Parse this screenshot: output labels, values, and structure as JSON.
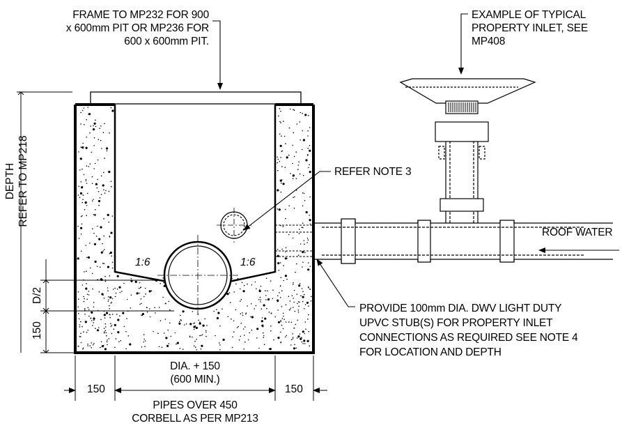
{
  "notes": {
    "frame_lines": [
      "FRAME TO MP232 FOR 900",
      "x 600mm PIT OR MP236 FOR",
      "600 x 600mm PIT."
    ],
    "inlet_lines": [
      "EXAMPLE OF TYPICAL",
      "PROPERTY INLET, SEE",
      "MP408"
    ],
    "refer_note": "REFER NOTE 3",
    "roof_water": "ROOF WATER",
    "stub_lines": [
      "PROVIDE 100mm DIA. DWV LIGHT DUTY",
      "UPVC STUB(S) FOR PROPERTY INLET",
      "CONNECTIONS AS REQUIRED SEE NOTE 4",
      "FOR LOCATION AND DEPTH"
    ]
  },
  "dimensions": {
    "depth_lines": [
      "DEPTH",
      "REFER TO MP218"
    ],
    "half_dia": "D/2",
    "base": "150",
    "slope_left": "1:6",
    "slope_right": "1:6",
    "width_lines": [
      "DIA. + 150",
      "(600 MIN.)"
    ],
    "wall_left": "150",
    "wall_right": "150",
    "pipes_lines": [
      "PIPES OVER 450",
      "CORBELL AS PER MP213"
    ]
  }
}
